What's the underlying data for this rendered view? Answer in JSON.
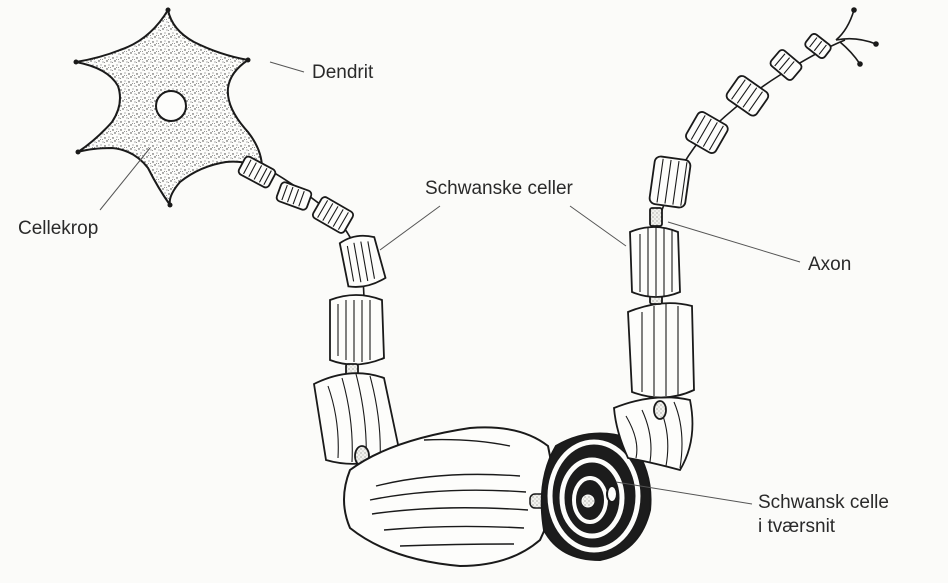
{
  "labels": {
    "dendrite": "Dendrit",
    "cell_body": "Cellekrop",
    "schwann_cells": "Schwanske celler",
    "axon": "Axon",
    "schwann_cross_section_line1": "Schwansk celle",
    "schwann_cross_section_line2": "i tværsnit"
  },
  "colors": {
    "ink": "#1a1a1a",
    "paper": "#fbfbf9",
    "segment_fill": "#fdfdfb",
    "cross_section_dark": "#1c1c1c",
    "leader_line": "#555555"
  }
}
